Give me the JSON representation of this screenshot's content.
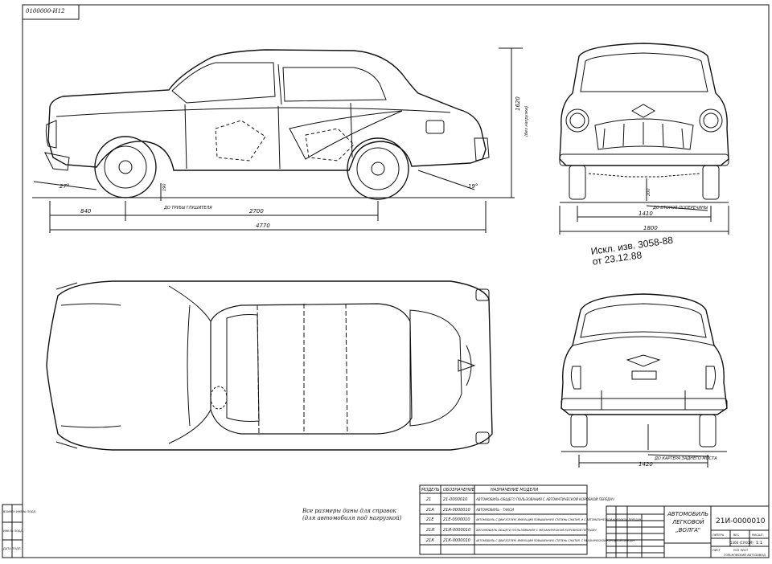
{
  "sheet": {
    "corner_code": "0100000-И12",
    "title_line1": "АВТОМОБИЛЬ",
    "title_line2": "ЛЕГКОВОЙ",
    "title_line3": "„ВОЛГА\"",
    "drawing_number": "21И-0000010",
    "factory": "ГОРЬКОВСКИЙ АВТОЗАВОД",
    "scale": "1:1",
    "mass_label": "1360 (СУХОЙ)",
    "stamp_labels": [
      "ЛИТЕРА",
      "ВЕС",
      "МАСШТ.",
      "ЛИСТ",
      "УСЛ ЛИСТ"
    ],
    "left_margin_labels": [
      "ВЗАМЕН ИНВ № ПОДЛ.",
      "ИНВ № ПОДЛ.",
      "ДАТА ПОДП."
    ]
  },
  "note": {
    "line1": "Искл. изв. 3058-88",
    "line2": "от 23.12.88"
  },
  "general_note": {
    "line1": "Все размеры даны для справок",
    "line2": "(для автомобиля под нагрузкой)"
  },
  "dimensions": {
    "front_overhang": "840",
    "wheelbase": "2700",
    "overall_length": "4770",
    "height": "1620",
    "height_note": "(без нагрузки)",
    "front_angle": "27°",
    "rear_angle": "19°",
    "clearance_front": "190",
    "clearance_rear": "200",
    "front_track": "1410",
    "overall_width": "1800",
    "rear_track": "1420",
    "callout_exhaust": "ДО ТРУБЫ ГЛУШИТЕЛЯ",
    "callout_crossmember": "ДО ВТОРОЙ ПОПЕРЕЧИНЫ",
    "callout_rear_axle": "ДО КАРТЕРА ЗАДНЕГО МОСТА"
  },
  "models_table": {
    "headers": [
      "МОДЕЛЬ",
      "ОБОЗНАЧЕНИЕ",
      "НАЗНАЧЕНИЕ МОДЕЛИ"
    ],
    "rows": [
      {
        "model": "21",
        "code": "21-0000010",
        "purpose": "АВТОМОБИЛЬ ОБЩЕГО ПОЛЬЗОВАНИЯ С АВТОМАТИЧЕСКОЙ КОРОБКОЙ ПЕРЕДАЧ"
      },
      {
        "model": "21А",
        "code": "21А-0000010",
        "purpose": "АВТОМОБИЛЬ - ТАКСИ"
      },
      {
        "model": "21Е",
        "code": "21Е-0000010",
        "purpose": "АВТОМОБИЛЬ С ДВИГАТЕЛЕМ, ИМЕЮЩИМ ПОВЫШЕННУЮ СТЕПЕНЬ СЖАТИЯ, И С АВТОМАТИЧЕСКОЙ КОРОБКОЙ ПЕРЕДАЧ"
      },
      {
        "model": "21И",
        "code": "21И-0000010",
        "purpose": "АВТОМОБИЛЬ ОБЩЕГО ПОЛЬЗОВАНИЯ С МЕХАНИЧЕСКОЙ КОРОБКОЙ ПЕРЕДАЧ"
      },
      {
        "model": "21К",
        "code": "21К-0000010",
        "purpose": "АВТОМОБИЛЬ С ДВИГАТЕЛЕМ, ИМЕЮЩИМ ПОВЫШЕННУЮ СТЕПЕНЬ СЖАТИЯ, С МЕХАНИЧЕСКОЙ КОРОБКОЙ ПЕРЕДАЧ"
      }
    ]
  }
}
